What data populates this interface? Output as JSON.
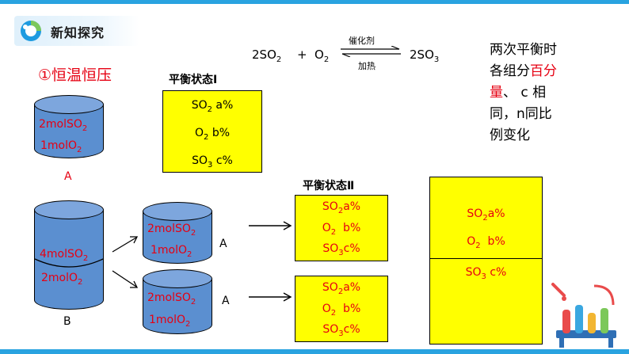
{
  "header": {
    "title": "新知探究"
  },
  "reaction": {
    "reactant1": "2SO",
    "reactant1_sub": "2",
    "plus": "+",
    "reactant2": "O",
    "reactant2_sub": "2",
    "catalyst": "催化剂",
    "condition": "加热",
    "product": "2SO",
    "product_sub": "3"
  },
  "case_title": "①恒温恒压",
  "state1_label": "平衡状态Ⅰ",
  "state2_label": "平衡状态Ⅱ",
  "state1": {
    "line1": "SO",
    "line1_sub": "2",
    "line1_val": " a%",
    "line2": "O",
    "line2_sub": "2",
    "line2_val": " b%",
    "line3": "SO",
    "line3_sub": "3",
    "line3_val": " c%"
  },
  "state2_boxes": {
    "line1": "SO",
    "line1_sub": "2",
    "line1_val": "a%",
    "line2": "O",
    "line2_sub": "2",
    "line2_val": "  b%",
    "line3": "SO",
    "line3_sub": "3",
    "line3_val": "c%"
  },
  "combined_box": {
    "line1": "SO",
    "line1_sub": "2",
    "line1_val": "a%",
    "line2": "O",
    "line2_sub": "2",
    "line2_val": "  b%",
    "line3": "SO",
    "line3_sub": "3",
    "line3_val": " c%"
  },
  "cylinder_A": {
    "text1": "2molSO",
    "text1_sub": "2",
    "text2": "1molO",
    "text2_sub": "2",
    "label": "A"
  },
  "cylinder_B": {
    "text1": "4molSO",
    "text1_sub": "2",
    "text2": "2molO",
    "text2_sub": "2",
    "label": "B"
  },
  "split_cylinder": {
    "text1": "2molSO",
    "text1_sub": "2",
    "text2": "1molO",
    "text2_sub": "2",
    "label": "A"
  },
  "side_note": {
    "line1": "两次平衡时",
    "line2_black": "各组分",
    "line2_red": "百分",
    "line3_red": "量",
    "line3_black": "、 c 相",
    "line4": "同，n同比",
    "line5": "例变化"
  },
  "colors": {
    "accent": "#29a3e0",
    "red": "#e60012",
    "yellow": "#ffff00",
    "cylinder": "#5b8fd0"
  }
}
